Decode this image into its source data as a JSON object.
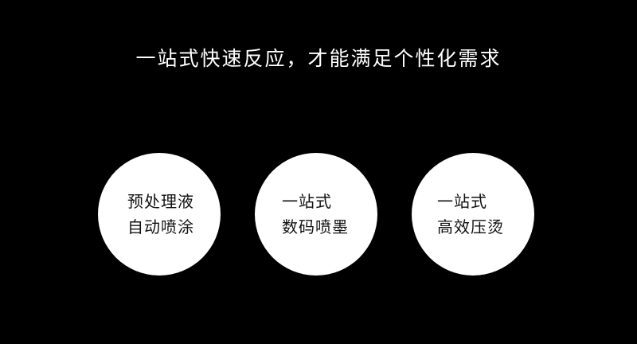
{
  "headline": "一站式快速反应，才能满足个性化需求",
  "circles": [
    {
      "line1": "预处理液",
      "line2": "自动喷涂"
    },
    {
      "line1": "一站式",
      "line2": "数码喷墨"
    },
    {
      "line1": "一站式",
      "line2": "高效压烫"
    }
  ],
  "colors": {
    "background": "#000000",
    "circle": "#ffffff",
    "headline_text": "#ffffff",
    "circle_text": "#111111"
  }
}
